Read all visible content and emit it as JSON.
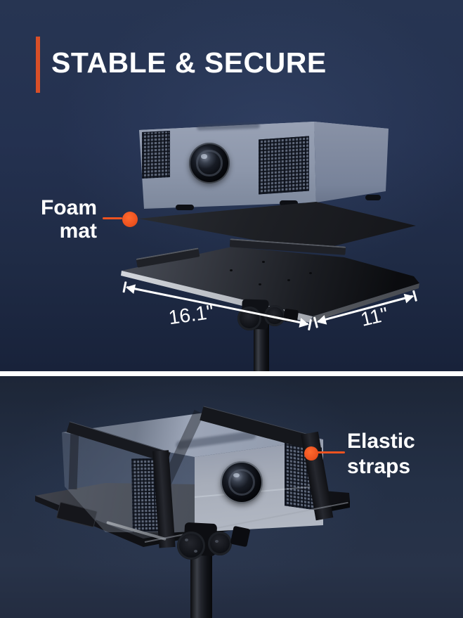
{
  "colors": {
    "accent_orange": "#ed5320",
    "accent_bar_orange": "#d84f28",
    "divider_white": "#ffffff",
    "background_navy_top": "#243150",
    "background_navy_bottom": "#243046",
    "projector_body_gray": "#98a1b3",
    "tray_black": "#1a1c21",
    "text_white": "#ffffff"
  },
  "header": {
    "headline": "STABLE & SECURE"
  },
  "top_section": {
    "foam_callout": {
      "line1": "Foam",
      "line2": "mat"
    },
    "dimension_width": "16.1\"",
    "dimension_depth": "11\""
  },
  "bottom_section": {
    "straps_callout": {
      "line1": "Elastic",
      "line2": "straps"
    }
  }
}
